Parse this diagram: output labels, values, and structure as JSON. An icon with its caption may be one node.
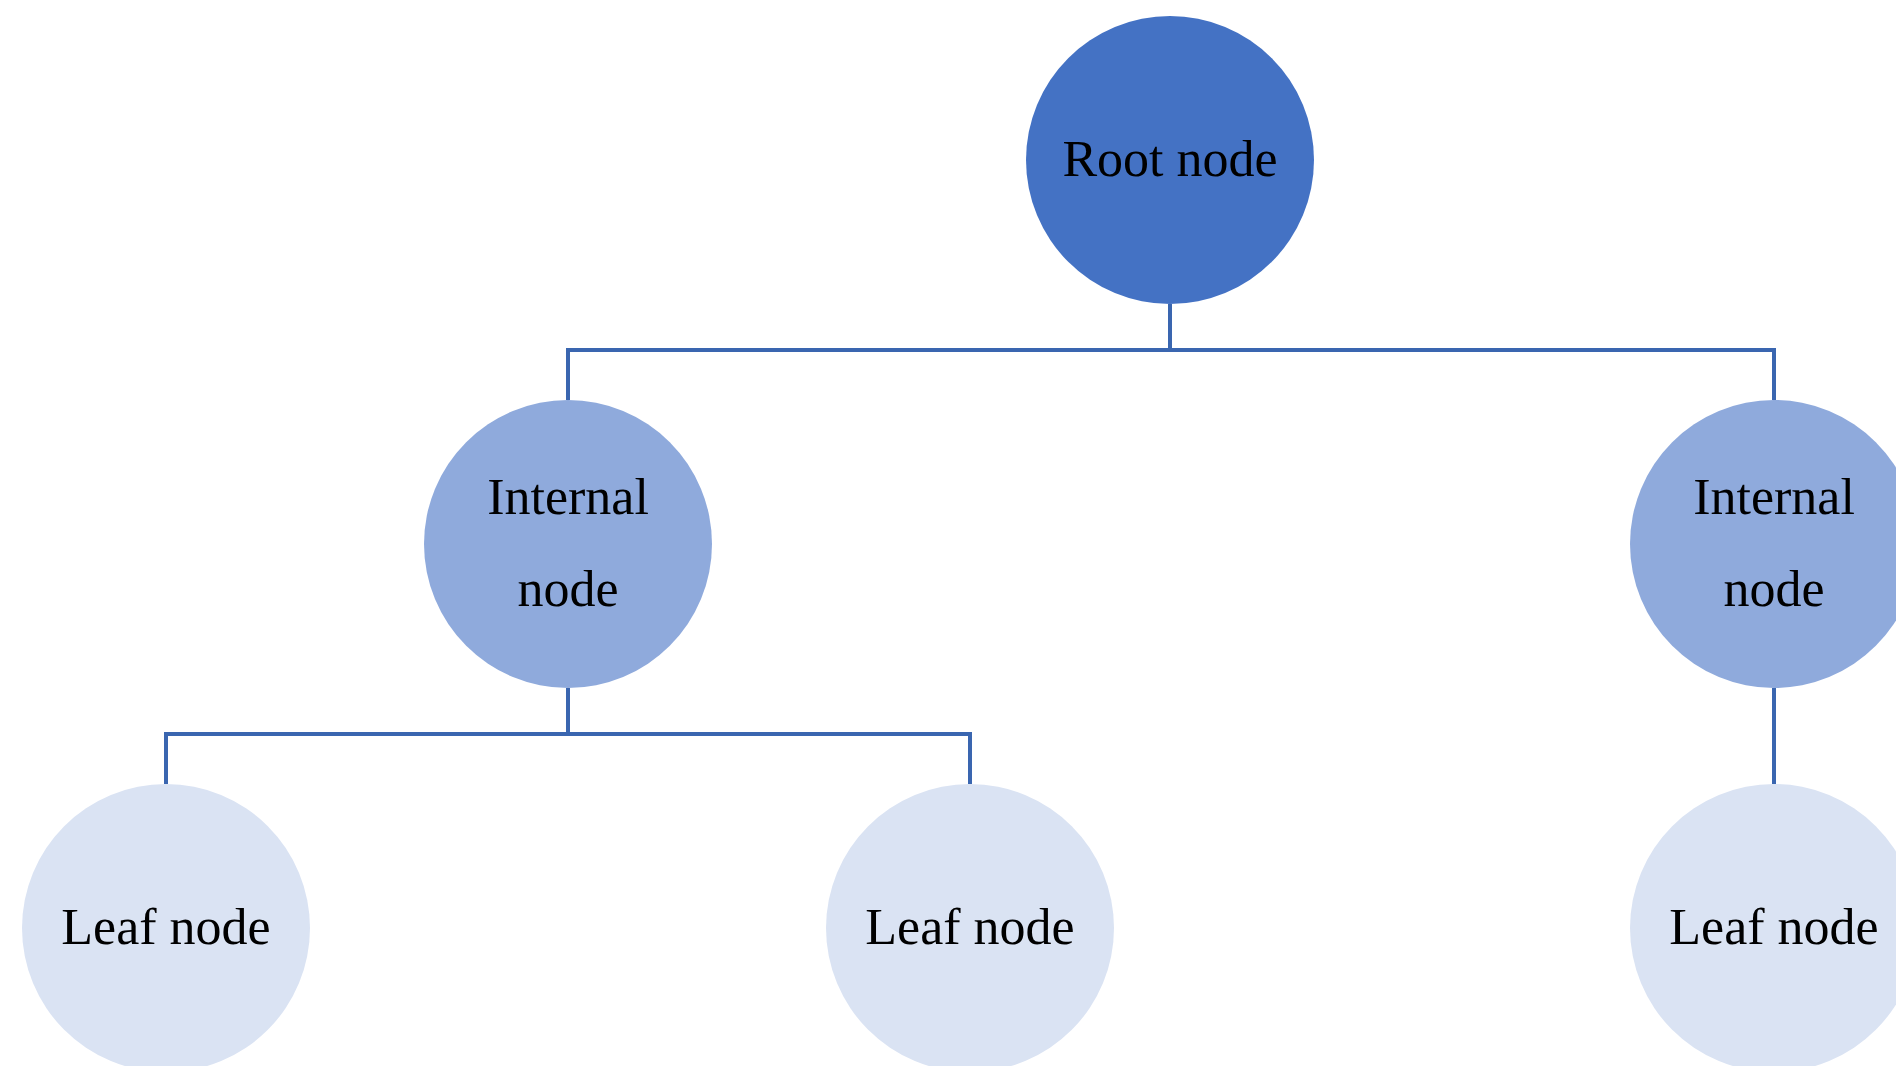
{
  "diagram": {
    "nodes": [
      {
        "text": [
          "Root node"
        ]
      },
      {
        "text": [
          "Internal node"
        ]
      },
      {
        "text": [
          "Internal node"
        ]
      },
      {
        "text": [
          "Leaf node"
        ]
      },
      {
        "text": [
          "Leaf node"
        ]
      },
      {
        "text": [
          "Leaf node"
        ]
      }
    ],
    "edges": [
      {
        "from": 0,
        "to": 1,
        "arrow": "none"
      },
      {
        "from": 0,
        "to": 2,
        "arrow": "none"
      },
      {
        "from": 1,
        "to": 3,
        "arrow": "none"
      },
      {
        "from": 1,
        "to": 4,
        "arrow": "none"
      },
      {
        "from": 2,
        "to": 5,
        "arrow": "none"
      }
    ]
  }
}
